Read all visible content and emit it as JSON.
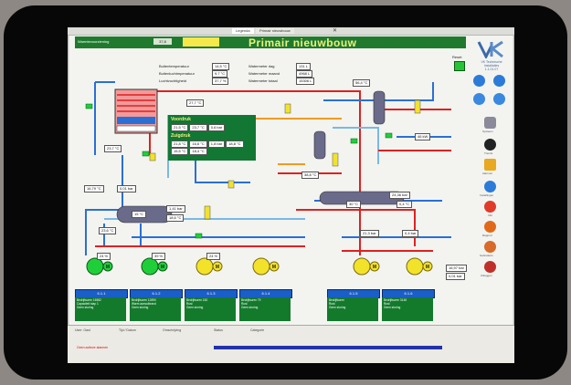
{
  "window": {
    "tabs": [
      "Legenda",
      "Primair nieuwbouw"
    ],
    "close": "✕"
  },
  "header": {
    "left_label": "Warmtevoorziening",
    "left_value": "37,8",
    "title": "Primair nieuwbouw",
    "reset": "Reset"
  },
  "logo": {
    "caption_lines": [
      "VK Technische",
      "Installaties",
      "1.1.01.07"
    ]
  },
  "colors": {
    "header_green": "#1f7a2e",
    "title_yellow": "#ecf07a",
    "pipe_red": "#e02020",
    "pipe_blue": "#2a6fd6",
    "pipe_orange": "#f29a1e",
    "pipe_lightblue": "#7ab8e8",
    "pump_green": "#1fcf3a",
    "pump_yellow": "#f2e22a"
  },
  "info": {
    "rows": [
      {
        "label": "Buitentemperatuur",
        "value": "14,5 °C"
      },
      {
        "label": "Buitenluchtmpenatuur",
        "value": "9,7 °C"
      },
      {
        "label": "Luchtvochtigheid",
        "value": "37,7 %"
      }
    ],
    "meters": [
      {
        "label": "Watermeter dag",
        "value": "131 L"
      },
      {
        "label": "Watermeter maand",
        "value": "4968 L"
      },
      {
        "label": "Watermeter totaal",
        "value": "15306 L"
      }
    ]
  },
  "panel": {
    "voordruk_title": "Voordruk",
    "zuigdruk_title": "Zuigdruk",
    "voordruk_values": [
      "21,5 °C",
      "23,7 °C",
      "0,6 bar"
    ],
    "zuigdruk_values": [
      "21,8 °C",
      "16,6 °C",
      "1,8 bar",
      "18,8 °C",
      "15,5 °C",
      "18,4 °C"
    ]
  },
  "values": {
    "v_top_left": "27,7 °C",
    "v_tank": "23,7 °C",
    "v_top_right": "56,4 °C",
    "v_mid": "38,8 °C",
    "v_bottom_left": "16,79 °C",
    "v_bottom_left2": "0,01 bar",
    "v_kpi": "46 kW",
    "v_header1": "15 °C",
    "v_header2": "1,41 bar",
    "v_header3": "18,6 °C",
    "v_left_temp": "23,6 °C",
    "v_right_tank": "30 °C",
    "v_right_p1": "24,36 bar",
    "v_right_p2": "0,4 °C",
    "v_right_p3": "21,3 bar",
    "v_right_p4": "0,4 bar",
    "v_far_right": "16,97 bar",
    "v_far_right2": "0,01 bar",
    "v_small1": "24 %",
    "v_small2": "39 %",
    "v_small3": "24 %"
  },
  "pumps": {
    "bars": [
      "6.1.1",
      "6.1.2",
      "6.1.3",
      "6.1.4",
      "6.1.5",
      "6.1.6"
    ],
    "info": [
      [
        "Bedrijfsuren 16582",
        "Capaciteit stap 1",
        "Geen storing"
      ],
      [
        "Bedrijfsuren 12890",
        "Warm aanvulbrand",
        "Geen storing"
      ],
      [
        "Bedrijfsuren 182",
        "Rust",
        "Geen storing"
      ],
      [
        "Bedrijfsuren 79",
        "Rust",
        "Geen storing"
      ],
      [
        "Bedrijfsuren",
        "Rust",
        "Geen storing"
      ],
      [
        "Bedrijfsuren 3148",
        "Rust",
        "Geen storing"
      ]
    ]
  },
  "sidebar": {
    "labels": [
      "Systeem",
      "Trends",
      "Alarmen",
      "Instellingen",
      "Info",
      "Rapport",
      "Gebruikers",
      "Uitloggen"
    ]
  },
  "statusbar": {
    "user": "User: Gast",
    "alarm_text": "Geen actieve alarmen",
    "col1": "Tijd / Datum",
    "col2": "Omschrijving",
    "col3": "Status",
    "col4": "Categorie"
  }
}
